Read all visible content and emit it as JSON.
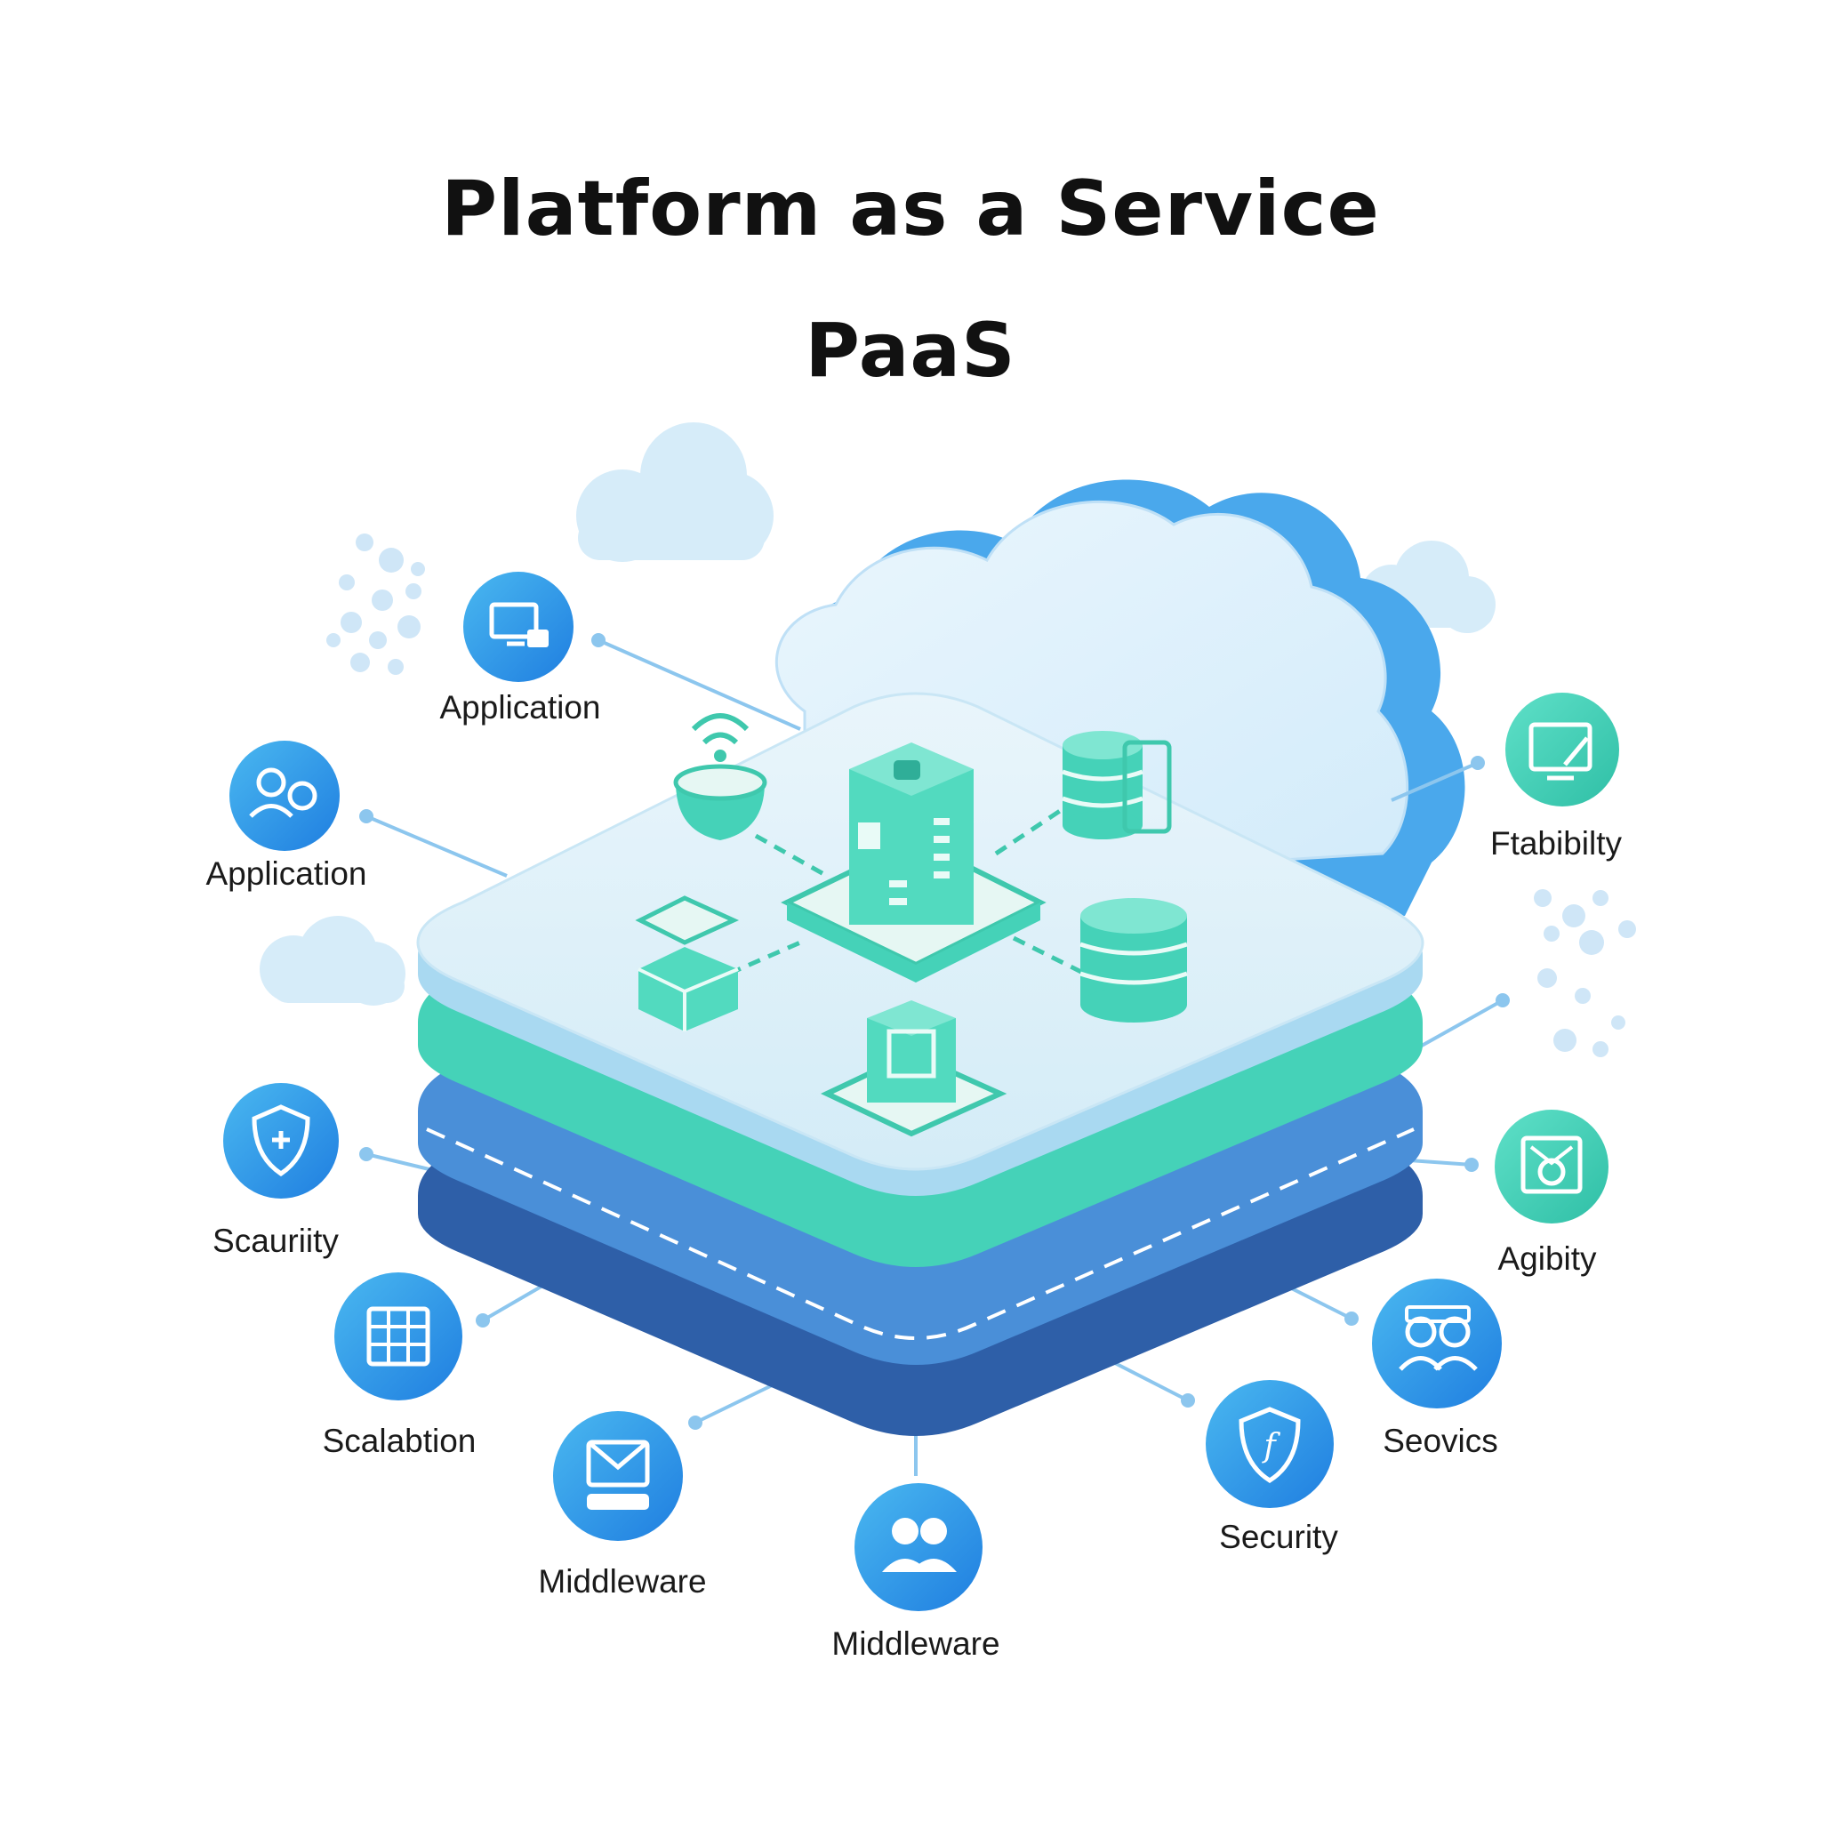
{
  "title": "Platform as a Service",
  "subtitle": "PaaS",
  "features": [
    {
      "label": "Application",
      "icon": "monitor-lock-icon"
    },
    {
      "label": "Application",
      "icon": "user-gear-icon"
    },
    {
      "label": "Scauriity",
      "icon": "shield-icon"
    },
    {
      "label": "Scalabtion",
      "icon": "grid-chip-icon"
    },
    {
      "label": "Middleware",
      "icon": "mail-server-icon"
    },
    {
      "label": "Middleware",
      "icon": "users-icon"
    },
    {
      "label": "Security",
      "icon": "shield-f-icon"
    },
    {
      "label": "Seovics",
      "icon": "team-icon"
    },
    {
      "label": "Agibity",
      "icon": "bug-monitor-icon"
    },
    {
      "label": "Ftabibilty",
      "icon": "monitor-pen-icon"
    }
  ],
  "colors": {
    "accent_blue": "#2f8fe8",
    "accent_teal": "#3fd4b6",
    "layer_dark": "#2e5fa8",
    "layer_mid": "#4a8fd8",
    "cloud": "#5ab4ee"
  }
}
